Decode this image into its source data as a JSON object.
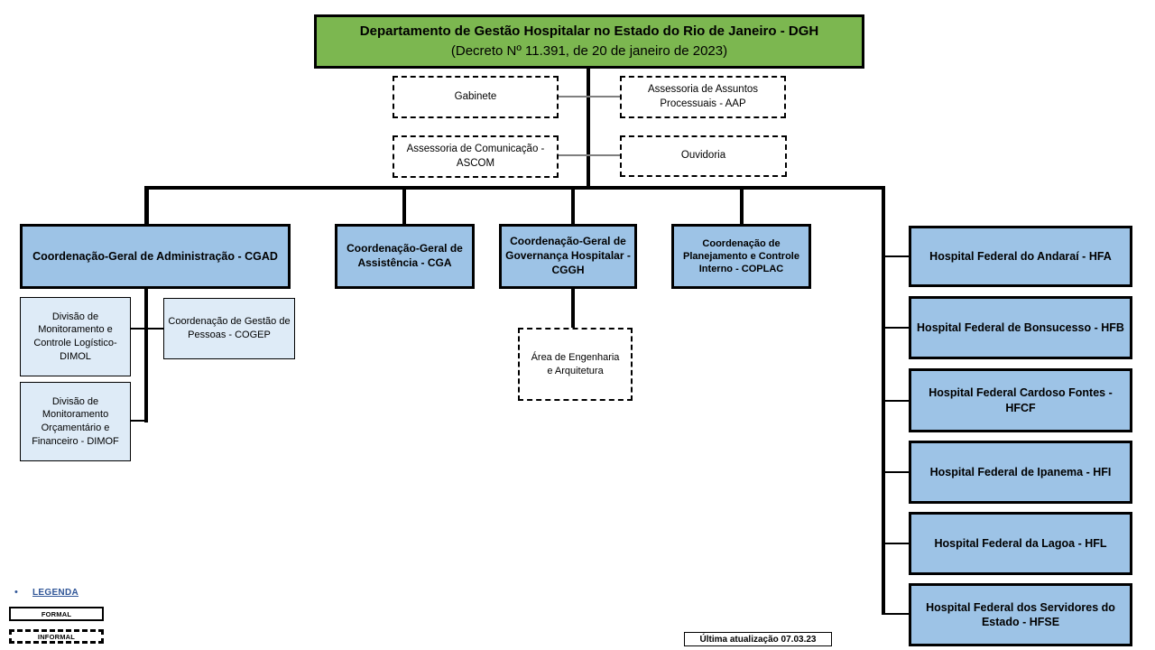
{
  "root": {
    "title": "Departamento de Gestão Hospitalar no Estado do Rio de Janeiro - DGH",
    "subtitle": "(Decreto Nº 11.391, de 20 de janeiro de 2023)"
  },
  "staff": [
    {
      "label": "Gabinete"
    },
    {
      "label": "Assessoria de Assuntos Processuais - AAP"
    },
    {
      "label": "Assessoria de Comunicação - ASCOM"
    },
    {
      "label": "Ouvidoria"
    }
  ],
  "coordinations": [
    {
      "label": "Coordenação-Geral de Administração - CGAD"
    },
    {
      "label": "Coordenação-Geral de Assistência - CGA"
    },
    {
      "label": "Coordenação-Geral de Governança Hospitalar - CGGH"
    },
    {
      "label": "Coordenação de Planejamento e Controle Interno - COPLAC"
    }
  ],
  "cgad_children": [
    {
      "label": "Divisão de Monitoramento e Controle Logístico- DIMOL"
    },
    {
      "label": "Coordenação de Gestão de Pessoas - COGEP"
    },
    {
      "label": "Divisão de Monitoramento Orçamentário e Financeiro - DIMOF"
    }
  ],
  "cggh_children": [
    {
      "label": "Área de Engenharia e Arquitetura"
    }
  ],
  "hospitals": [
    {
      "label": "Hospital Federal do Andaraí - HFA"
    },
    {
      "label": "Hospital Federal de Bonsucesso - HFB"
    },
    {
      "label": "Hospital Federal Cardoso Fontes - HFCF"
    },
    {
      "label": "Hospital Federal de Ipanema - HFI"
    },
    {
      "label": "Hospital Federal da Lagoa - HFL"
    },
    {
      "label": "Hospital Federal dos Servidores do Estado - HFSE"
    }
  ],
  "legend": {
    "bullet": "•",
    "title": "LEGENDA",
    "formal_label": "FORMAL",
    "informal_label": "INFORMAL"
  },
  "footer": {
    "last_update": "Última atualização 07.03.23"
  },
  "colors": {
    "root_green": "#7CB750",
    "unit_blue": "#9DC3E6",
    "sub_blue": "#DEEBF7",
    "legend_blue": "#2F5597"
  }
}
